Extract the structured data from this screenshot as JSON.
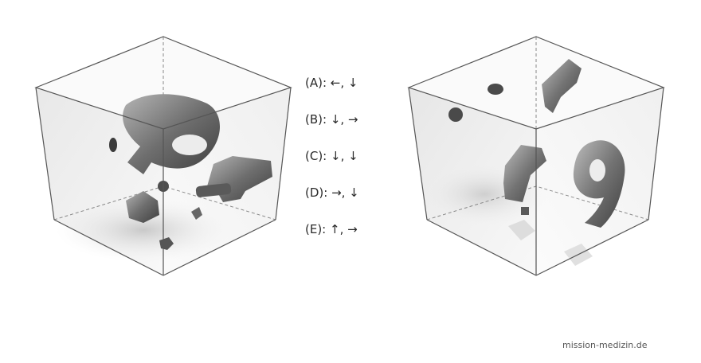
{
  "options": [
    {
      "label": "(A): ←, ↓"
    },
    {
      "label": "(B): ↓, →"
    },
    {
      "label": "(C): ↓, ↓"
    },
    {
      "label": "(D): →, ↓"
    },
    {
      "label": "(E): ↑, →"
    }
  ],
  "credit": "mission-medizin.de",
  "colors": {
    "edge": "#555555",
    "object": "#6b6b6b",
    "face": "#f3f3f3"
  }
}
